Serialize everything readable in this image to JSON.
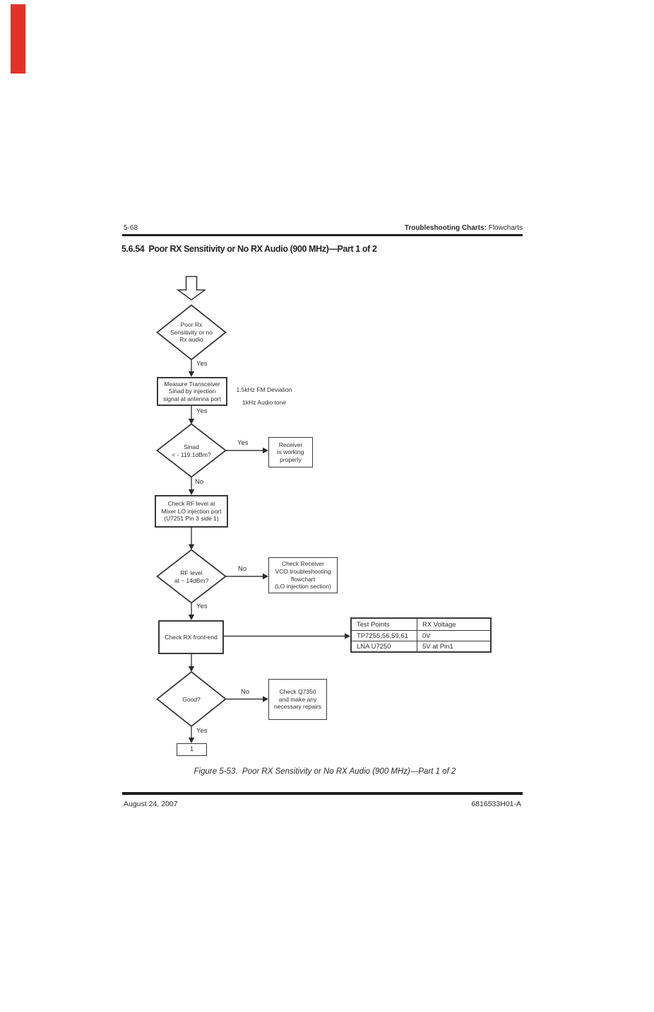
{
  "page": {
    "edge_mark_color": "#e23227",
    "header": {
      "page_number": "5-68",
      "section_bold": "Troubleshooting Charts:",
      "section_regular": " Flowcharts"
    },
    "heading": "5.6.54  Poor RX Sensitivity or No RX Audio (900 MHz)—Part 1 of 2",
    "caption": "Figure 5-53.  Poor RX Sensitivity or No RX Audio (900 MHz)—Part 1 of 2",
    "footer": {
      "date": "August 24, 2007",
      "doc_number": "6816533H01-A"
    }
  },
  "flowchart": {
    "decision_poor_rx": "Poor Rx\nSensitivity or no\nRx audio",
    "process_measure_sinad": "Measure Transceiver\nSinad by injection\nsignal at antenna port",
    "note_deviation": "1.5kHz FM Deviation\n1kHz Audio tone",
    "decision_sinad": "Sinad\n< - 119.1dBm?",
    "process_receiver_ok": "Receiver\nis working\nproperly",
    "process_check_rf": "Check RF level at\nMixer LO injection port\n(U7251 Pin 3 side 1)",
    "decision_rf_level": "RF level\nat ~ 14dBm?",
    "process_check_vco": "Check Receiver\nVCO troubleshooting\nflowchart\n(LO injection section)",
    "process_check_front_end": "Check RX front-end",
    "decision_good": "Good?",
    "process_check_q7350": "Check Q7350\nand make any\nnecessary repairs",
    "connector_1": "1",
    "labels": {
      "d1_yes": "Yes",
      "r1_yes": "Yes",
      "d2_yes": "Yes",
      "d2_no": "No",
      "d3_no": "No",
      "d3_yes": "Yes",
      "d4_no": "No",
      "d4_yes": "Yes"
    }
  },
  "table": {
    "headers": [
      "Test Points",
      "RX Voltage"
    ],
    "rows": [
      [
        "TP7255,56,59,61",
        "0V"
      ],
      [
        "LNA U7250",
        "5V at Pin1"
      ]
    ]
  }
}
